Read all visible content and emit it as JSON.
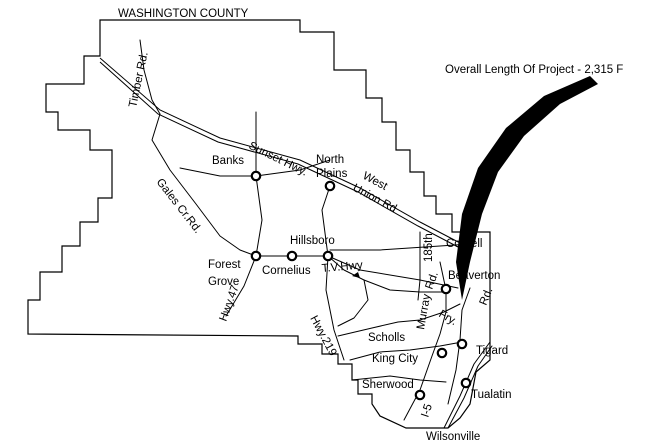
{
  "map": {
    "title": "WASHINGTON COUNTY",
    "project_note": "Overall Length Of Project - 2,315 F",
    "towns": [
      {
        "id": "banks",
        "name": "Banks"
      },
      {
        "id": "north-plains",
        "name_line1": "North",
        "name_line2": "Plains"
      },
      {
        "id": "cornell",
        "name": "Cornell"
      },
      {
        "id": "hillsboro",
        "name": "Hillsboro"
      },
      {
        "id": "forest-grove",
        "name_line1": "Forest",
        "name_line2": "Grove"
      },
      {
        "id": "cornelius",
        "name": "Cornelius"
      },
      {
        "id": "beaverton",
        "name": "Beaverton"
      },
      {
        "id": "tigard",
        "name": "Tigard"
      },
      {
        "id": "king-city",
        "name": "King City"
      },
      {
        "id": "sherwood",
        "name": "Sherwood"
      },
      {
        "id": "tualatin",
        "name": "Tualatin"
      },
      {
        "id": "wilsonville",
        "name": "Wilsonville"
      }
    ],
    "roads": {
      "timber": "Timber Rd.",
      "sunset": "Sunset Hwy.",
      "west": "West",
      "union": "Union Rd",
      "gales": "Gales Cr.Rd.",
      "r185": "185th",
      "rd": "Rd.",
      "tv": "T.V.Hwy",
      "murray": "Murray",
      "fry": "Fry.",
      "fry_rd": "Rd.",
      "scholls": "Scholls",
      "hwy47": "Hwy.47",
      "hwy219": "Hwy.219",
      "i5": "I-5"
    }
  }
}
